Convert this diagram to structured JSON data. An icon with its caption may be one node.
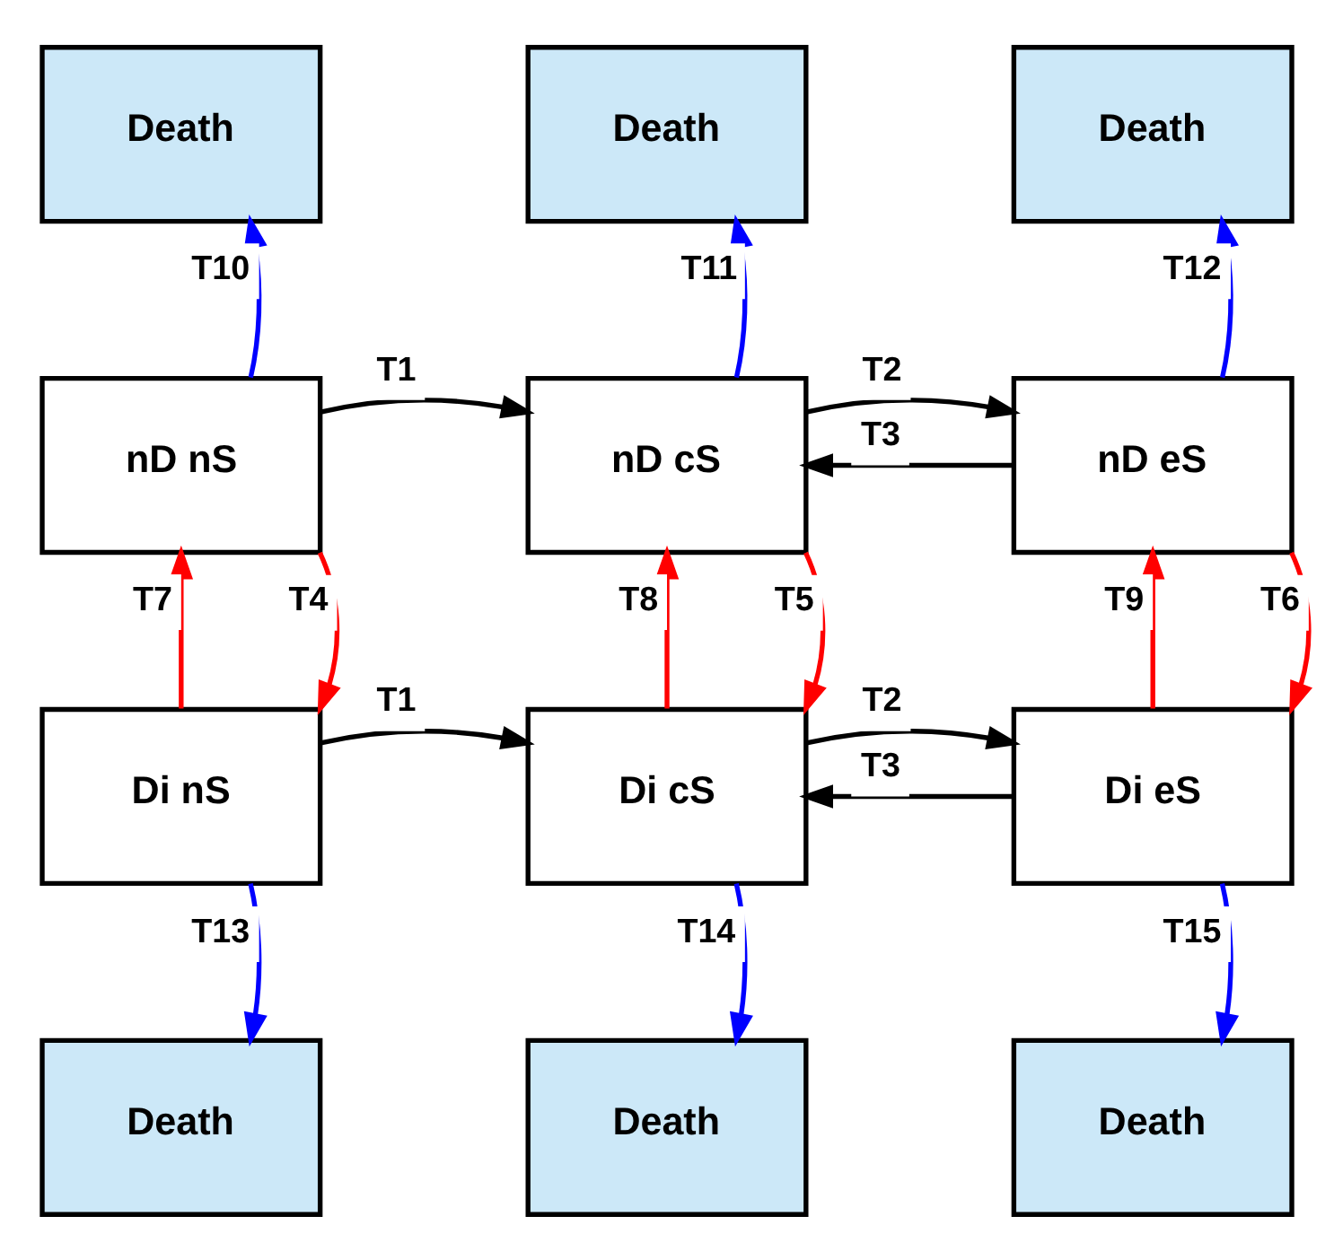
{
  "diagram": {
    "nodes": [
      {
        "text": [
          "Death"
        ]
      },
      {
        "text": [
          "Death"
        ]
      },
      {
        "text": [
          "Death"
        ]
      },
      {
        "text": [
          "nD nS"
        ]
      },
      {
        "text": [
          "nD cS"
        ]
      },
      {
        "text": [
          "nD eS"
        ]
      },
      {
        "text": [
          "Di nS"
        ]
      },
      {
        "text": [
          "Di cS"
        ]
      },
      {
        "text": [
          "Di eS"
        ]
      },
      {
        "text": [
          "Death"
        ]
      },
      {
        "text": [
          "Death"
        ]
      },
      {
        "text": [
          "Death"
        ]
      }
    ],
    "edges": [
      {
        "from": 3,
        "to": 0,
        "arrow": "to",
        "label": "T10",
        "color": "#0000ff"
      },
      {
        "from": 4,
        "to": 1,
        "arrow": "to",
        "label": "T11",
        "color": "#0000ff"
      },
      {
        "from": 5,
        "to": 2,
        "arrow": "to",
        "label": "T12",
        "color": "#0000ff"
      },
      {
        "from": 3,
        "to": 4,
        "arrow": "to",
        "label": "T1",
        "color": "#000000"
      },
      {
        "from": 5,
        "to": 4,
        "arrow": "to",
        "label": "T3",
        "color": "#000000"
      },
      {
        "from": 4,
        "to": 5,
        "arrow": "to",
        "label": "T2",
        "color": "#000000"
      },
      {
        "from": 6,
        "to": 3,
        "arrow": "to",
        "label": "T7",
        "color": "#ff0000"
      },
      {
        "from": 3,
        "to": 6,
        "arrow": "to",
        "label": "T4",
        "color": "#ff0000"
      },
      {
        "from": 7,
        "to": 4,
        "arrow": "to",
        "label": "T8",
        "color": "#ff0000"
      },
      {
        "from": 4,
        "to": 7,
        "arrow": "to",
        "label": "T5",
        "color": "#ff0000"
      },
      {
        "from": 8,
        "to": 5,
        "arrow": "to",
        "label": "T9",
        "color": "#ff0000"
      },
      {
        "from": 5,
        "to": 8,
        "arrow": "to",
        "label": "T6",
        "color": "#ff0000"
      },
      {
        "from": 6,
        "to": 7,
        "arrow": "to",
        "label": "T1",
        "color": "#000000"
      },
      {
        "from": 8,
        "to": 7,
        "arrow": "to",
        "label": "T3",
        "color": "#000000"
      },
      {
        "from": 7,
        "to": 8,
        "arrow": "to",
        "label": "T2",
        "color": "#000000"
      },
      {
        "from": 6,
        "to": 9,
        "arrow": "to",
        "label": "T13",
        "color": "#0000ff"
      },
      {
        "from": 7,
        "to": 10,
        "arrow": "to",
        "label": "T14",
        "color": "#0000ff"
      },
      {
        "from": 8,
        "to": 11,
        "arrow": "to",
        "label": "T15",
        "color": "#0000ff"
      }
    ]
  }
}
